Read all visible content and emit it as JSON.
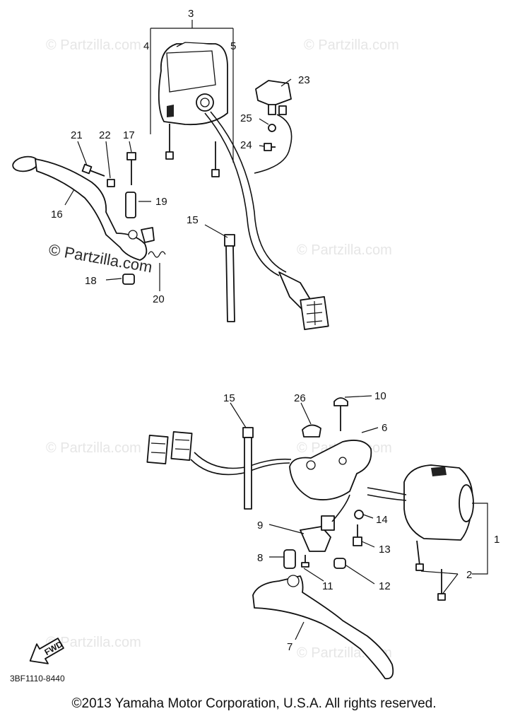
{
  "watermark": {
    "text": "© Partzilla.com",
    "prominent_text": "© Partzilla.com"
  },
  "callouts": {
    "c1": "1",
    "c2": "2",
    "c3": "3",
    "c4": "4",
    "c5": "5",
    "c6": "6",
    "c7": "7",
    "c8": "8",
    "c9": "9",
    "c10": "10",
    "c11": "11",
    "c12": "12",
    "c13": "13",
    "c14": "14",
    "c15a": "15",
    "c15b": "15",
    "c16": "16",
    "c17": "17",
    "c18": "18",
    "c19": "19",
    "c20": "20",
    "c21": "21",
    "c22": "22",
    "c23": "23",
    "c24": "24",
    "c25": "25",
    "c26": "26"
  },
  "fwd_label": "FWD",
  "diagram_code": "3BF1110-8440",
  "copyright": "©2013 Yamaha Motor Corporation, U.S.A. All rights reserved."
}
